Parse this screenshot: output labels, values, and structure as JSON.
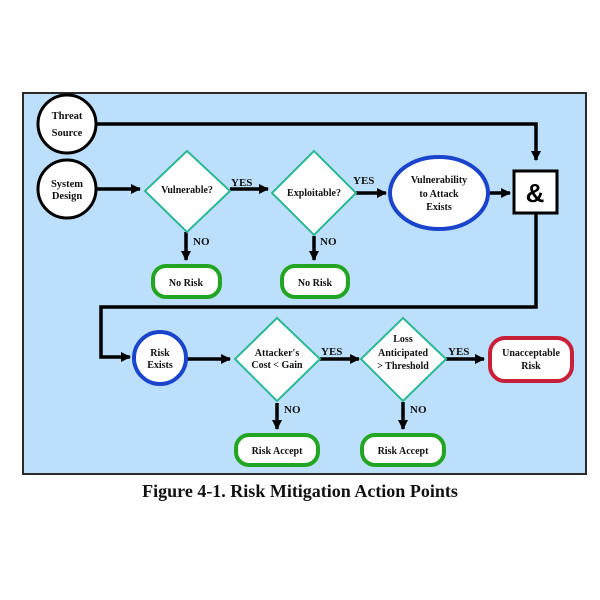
{
  "figure": {
    "caption": "Figure 4-1.  Risk Mitigation Action Points",
    "colors": {
      "background": "#bcdffb",
      "decision_border": "#2bb894",
      "no_risk_border": "#22a522",
      "vulnerability_border": "#1a44cc",
      "unacceptable_border": "#c8203a",
      "line": "#000000"
    }
  },
  "nodes": {
    "threat_source": [
      "Threat",
      "Source"
    ],
    "system_design": [
      "System",
      "Design"
    ],
    "vulnerable": [
      "Vulnerable?"
    ],
    "exploitable": [
      "Exploitable?"
    ],
    "vulnerability_exists": [
      "Vulnerability",
      "to Attack",
      "Exists"
    ],
    "and_gate": "&",
    "no_risk_1": "No Risk",
    "no_risk_2": "No Risk",
    "risk_exists": [
      "Risk",
      "Exists"
    ],
    "cost_gain": [
      "Attacker's",
      "Cost < Gain"
    ],
    "loss_threshold": [
      "Loss",
      "Anticipated",
      "> Threshold"
    ],
    "unacceptable_risk": [
      "Unacceptable",
      "Risk"
    ],
    "risk_accept_1": "Risk Accept",
    "risk_accept_2": "Risk Accept"
  },
  "edges": {
    "yes": "YES",
    "no": "NO"
  }
}
